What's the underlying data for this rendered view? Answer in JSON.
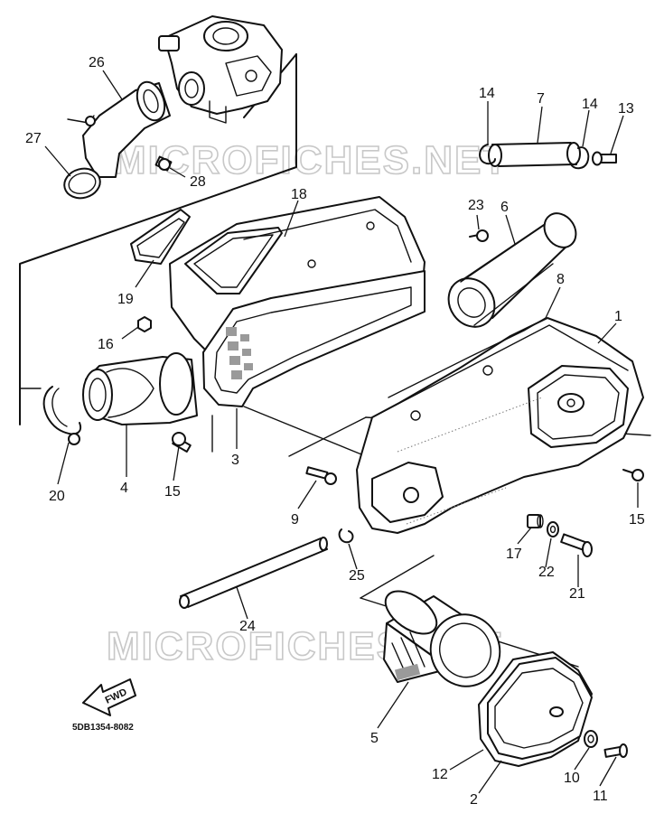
{
  "diagram": {
    "reference_code": "5DB1354-8082",
    "direction_label": "FWD",
    "watermarks": [
      "MICROFICHES.NET",
      "MICROFICHES.NET"
    ],
    "callouts": {
      "c1": "1",
      "c2": "2",
      "c3": "3",
      "c4": "4",
      "c5": "5",
      "c6": "6",
      "c7": "7",
      "c8": "8",
      "c9": "9",
      "c10": "10",
      "c11": "11",
      "c12": "12",
      "c13": "13",
      "c14a": "14",
      "c14b": "14",
      "c15a": "15",
      "c15b": "15",
      "c16": "16",
      "c17": "17",
      "c18": "18",
      "c19": "19",
      "c20": "20",
      "c21": "21",
      "c22": "22",
      "c23": "23",
      "c24": "24",
      "c25": "25",
      "c26": "26",
      "c27": "27",
      "c28": "28"
    }
  }
}
